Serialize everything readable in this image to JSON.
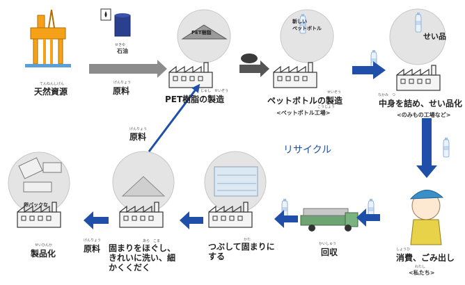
{
  "labels": {
    "natural_resource": "天然資源",
    "oil": "石油",
    "raw_material_top": "原料",
    "pet_resin_mfg": "PET樹脂の製造",
    "pet_resin_tag": "PET樹脂",
    "new_bottle_tag": "新しい\nペットボトル",
    "bottle_mfg": "ペットボトルの製造",
    "bottle_factory": "<ペットボトル工場>",
    "bottler_tag": "せい品",
    "bottler": "中身を詰め、せい品化",
    "bottler_factory": "<のみもの工場など>",
    "recycle": "リサイクル",
    "consume": "消費、ごみ出し",
    "us": "<私たち>",
    "collect": "回収",
    "crush": "つぶして固まりに\nする",
    "wash": "固まりをほぐし、\nきれいに洗い、細\nかくくだく",
    "raw_material_mid": "原料",
    "raw_material_bottom": "原料",
    "product": "製品化",
    "pack_tag": "卵パックな"
  },
  "furigana": {
    "natural_resource": "てんねんしげん",
    "oil": "せきゆ",
    "raw_material": "げんりょう",
    "pet_resin_mfg": "じゅし　せいぞう",
    "bottle_mfg": "せいぞう",
    "bottle_factory": "こうじょう",
    "bottler": "なかみ　つ",
    "consume": "しょうひ",
    "us": "わたし",
    "collect": "かいしゅう",
    "crush": "かた",
    "wash": "あら　こま",
    "product": "せいひんか"
  },
  "colors": {
    "blue_arrow": "#1f4fa8",
    "gray_arrow": "#8c8c8c",
    "accent_text": "#1f4fa8"
  },
  "icons": [
    "oil-rig-icon",
    "oil-drum-icon",
    "factory-icon",
    "pellet-icon",
    "bottle-icon",
    "truck-icon",
    "person-icon"
  ]
}
